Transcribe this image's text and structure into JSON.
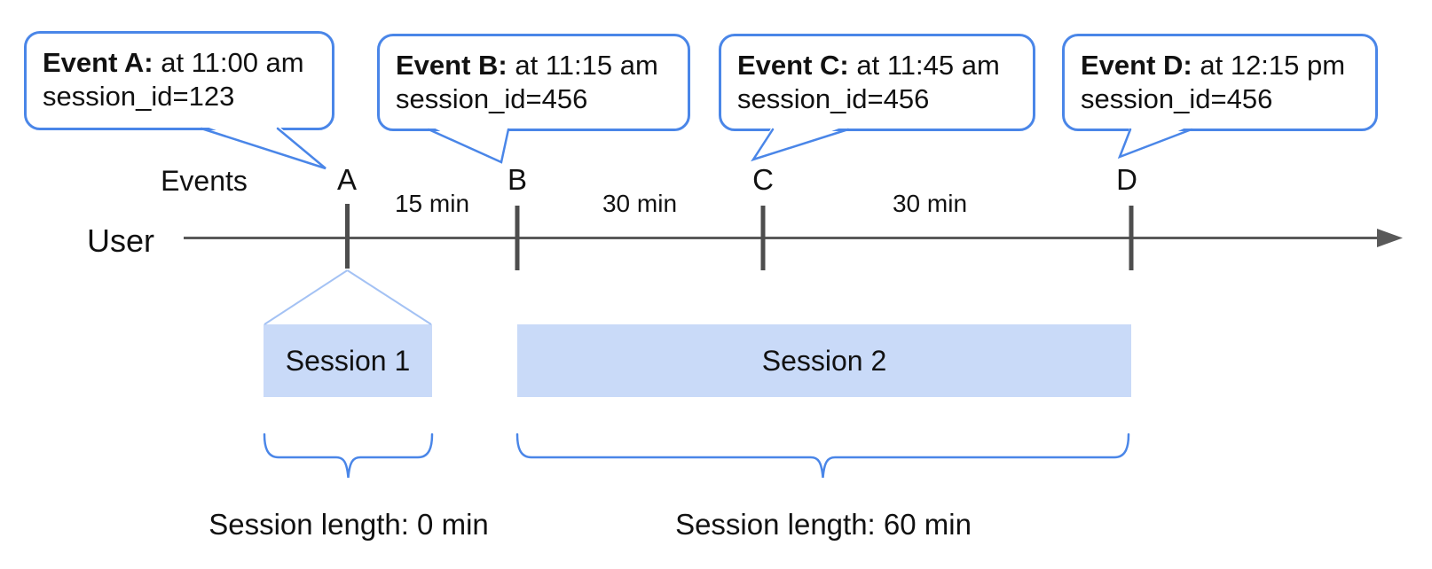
{
  "callouts": [
    {
      "event": "Event A:",
      "time_text": " at 11:00 am",
      "session_text": "session_id=123"
    },
    {
      "event": "Event B:",
      "time_text": " at 11:15 am",
      "session_text": "session_id=456"
    },
    {
      "event": "Event C:",
      "time_text": " at 11:45 am",
      "session_text": "session_id=456"
    },
    {
      "event": "Event D:",
      "time_text": " at 12:15 pm",
      "session_text": "session_id=456"
    }
  ],
  "timeline": {
    "events_label": "Events",
    "user_label": "User",
    "event_markers": [
      "A",
      "B",
      "C",
      "D"
    ],
    "intervals": [
      {
        "label": "15 min",
        "between": "A-B"
      },
      {
        "label": "30 min",
        "between": "B-C"
      },
      {
        "label": "30 min",
        "between": "C-D"
      }
    ]
  },
  "sessions": [
    {
      "label": "Session 1",
      "session_id": "123",
      "length_label": "Session length: 0 min"
    },
    {
      "label": "Session 2",
      "session_id": "456",
      "length_label": "Session length: 60 min"
    }
  ],
  "colors": {
    "callout_border": "#4a86e8",
    "brace": "#4a86e8",
    "session_fill": "#c9daf8",
    "funnel_line": "#a4c2f4",
    "timeline_gray": "#595959",
    "tick_gray": "#4d4d4d",
    "text": "#111111",
    "background": "#ffffff"
  }
}
